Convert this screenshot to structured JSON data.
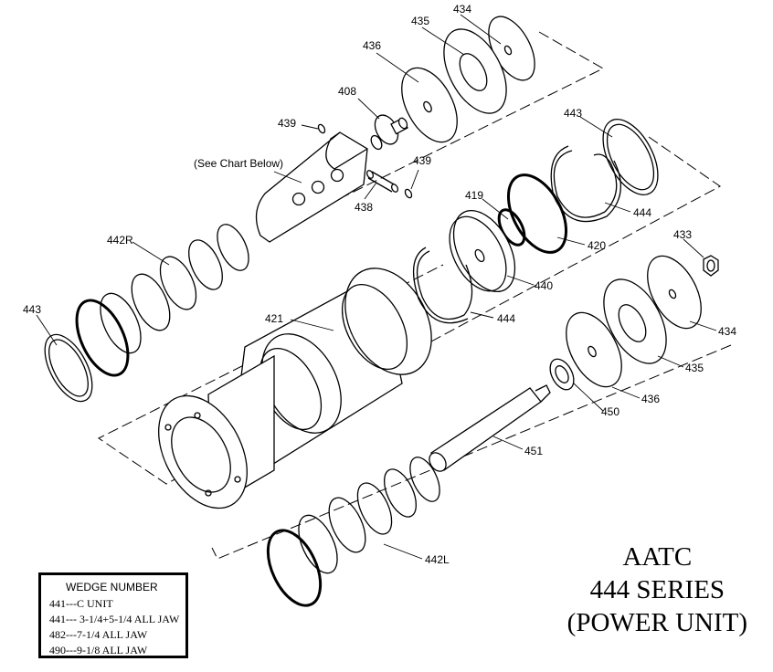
{
  "labels": {
    "p434_top": "434",
    "p435_top": "435",
    "p436_top": "436",
    "p408": "408",
    "p439_a": "439",
    "p439_b": "439",
    "p438": "438",
    "see_chart": "(See Chart Below)",
    "p442R": "442R",
    "p443_left": "443",
    "p421": "421",
    "p443_right": "443",
    "p444_right": "444",
    "p419": "419",
    "p420": "420",
    "p440": "440",
    "p444_mid": "444",
    "p433": "433",
    "p434_right": "434",
    "p435_right": "435",
    "p436_right": "436",
    "p450": "450",
    "p451": "451",
    "p442L": "442L"
  },
  "title": {
    "line1": "AATC",
    "line2": "444 SERIES",
    "line3": "(POWER UNIT)"
  },
  "wedge_table": {
    "header": "WEDGE NUMBER",
    "rows": [
      "441---C UNIT",
      "441--- 3-1/4+5-1/4 ALL JAW",
      "482---7-1/4 ALL JAW",
      "490---9-1/8 ALL JAW"
    ]
  }
}
